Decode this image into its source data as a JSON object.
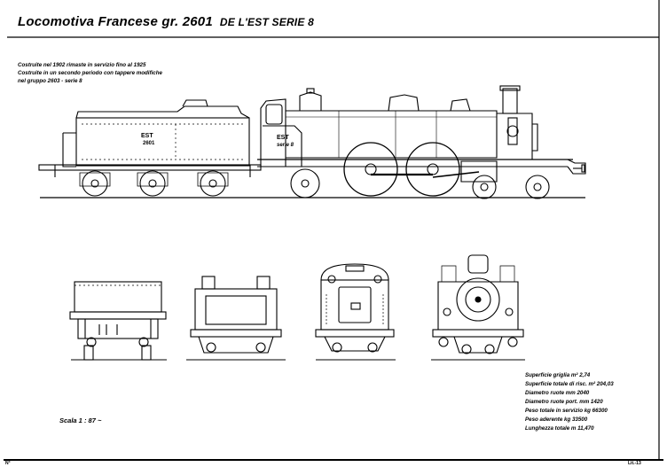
{
  "header": {
    "title_main": "Locomotiva Francese  gr. 2601",
    "title_rest": "DE L'EST  SERIE 8"
  },
  "notes": [
    "Costruite nel 1902 rimaste in servizio fino al 1925",
    "Costruite in un secondo periodo con tappere modifiche",
    "nel gruppo 2603 - serie 8"
  ],
  "markings": {
    "tender_line1": "EST",
    "tender_line2": "2601",
    "cab_line1": "EST",
    "cab_line2": "serie 8"
  },
  "scale_label": "Scala 1 : 87 ~",
  "specs": [
    "Superficie griglia    m² 2,74",
    "Superficie totale di risc. m² 204,03",
    "Diametro ruote mm 2040",
    "Diametro ruote port. mm 1420",
    "Peso totale in servizio kg 66300",
    "Peso aderente  kg 33500",
    "Lunghezza totale m 11,470"
  ],
  "corner_left": "N°",
  "corner_right": "Lit.-13",
  "colors": {
    "ink": "#000000",
    "paper": "#ffffff"
  }
}
